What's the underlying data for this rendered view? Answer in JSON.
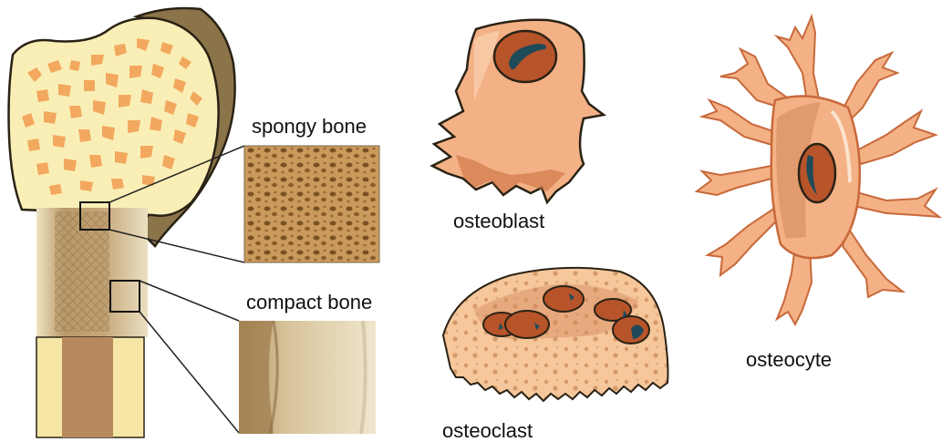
{
  "labels": {
    "spongy_bone": "spongy bone",
    "compact_bone": "compact bone",
    "osteoblast": "osteoblast",
    "osteoclast": "osteoclast",
    "osteocyte": "osteocyte"
  },
  "colors": {
    "bone_head": "#f9efb6",
    "bone_outline": "#2a2215",
    "periosteum": "#8b7449",
    "trabeculae": "#f2a85e",
    "shaft_photo": "#b99a6a",
    "marrow_cut": "#b78a5e",
    "cell_body": "#f3b185",
    "cell_edge": "#c8693b",
    "cell_dark": "#d2875a",
    "nucleus": "#b7542a",
    "nucleus_core": "#1e4a5a"
  }
}
